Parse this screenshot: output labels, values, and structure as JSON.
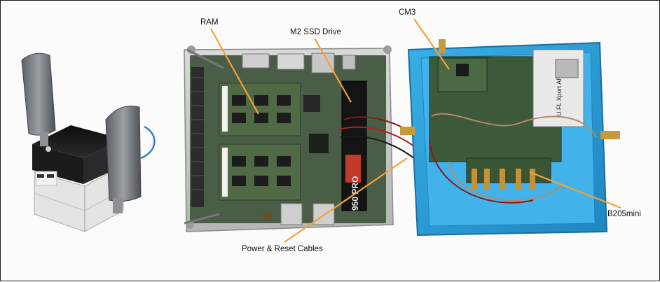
{
  "labels": {
    "ram": "RAM",
    "ssd": "M2 SSD Drive",
    "cm3": "CM3",
    "power_reset": "Power & Reset Cables",
    "b205": "B205mini"
  },
  "printed_text": {
    "ssd_brand": "950 PRO",
    "xport": "U.FL Xport AR"
  },
  "colors": {
    "annotation_line": "#f2a33a",
    "blue_enclosure": "#2e9fd8",
    "pcb_green": "#3d5a3a",
    "ram_green": "#4e6a44"
  }
}
